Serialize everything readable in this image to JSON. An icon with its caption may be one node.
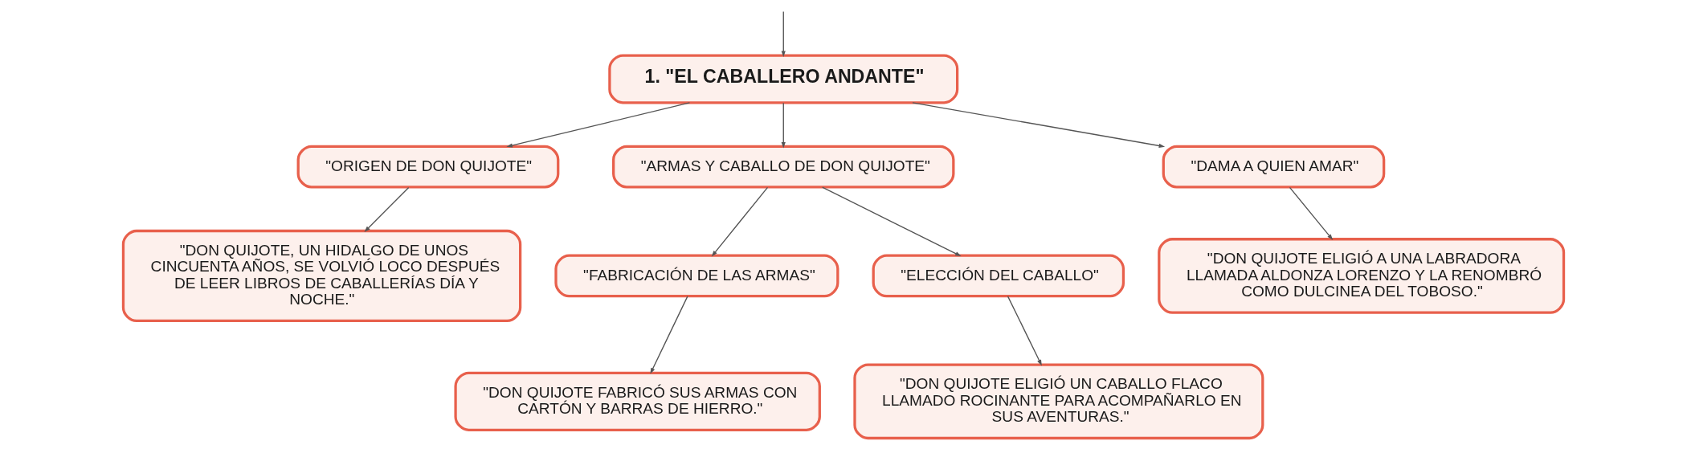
{
  "diagram": {
    "nodes": [
      {
        "text": [
          "1. \"EL CABALLERO ANDANTE\""
        ]
      },
      {
        "text": [
          "\"ORIGEN DE DON QUIJOTE\""
        ]
      },
      {
        "text": [
          "\"DON QUIJOTE, UN HIDALGO DE UNOS CINCUENTA AÑOS, SE VOLVIÓ LOCO DESPUÉS DE LEER LIBROS DE CABALLERÍAS DÍA Y NOCHE.\""
        ]
      },
      {
        "text": [
          "\"ARMAS Y CABALLO DE DON QUIJOTE\""
        ]
      },
      {
        "text": [
          "\"FABRICACIÓN DE LAS ARMAS\""
        ]
      },
      {
        "text": [
          "\"DON QUIJOTE FABRICÓ SUS ARMAS CON CARTÓN Y BARRAS DE HIERRO.\""
        ]
      },
      {
        "text": [
          "\"ELECCIÓN DEL CABALLO\""
        ]
      },
      {
        "text": [
          "\"DON QUIJOTE ELIGIÓ UN CABALLO FLACO LLAMADO ROCINANTE PARA ACOMPAÑARLO EN SUS AVENTURAS.\""
        ]
      },
      {
        "text": [
          "\"DAMA A QUIEN AMAR\""
        ]
      },
      {
        "text": [
          "\"DON QUIJOTE ELIGIÓ A UNA LABRADORA LLAMADA ALDONZA LORENZO Y LA RENOMBRÓ COMO DULCINEA DEL TOBOSO.\""
        ]
      }
    ],
    "edges": [
      {
        "from": null,
        "to": 0,
        "arrow": "to"
      },
      {
        "from": 0,
        "to": 1,
        "arrow": "to"
      },
      {
        "from": 0,
        "to": 3,
        "arrow": "to"
      },
      {
        "from": 0,
        "to": 8,
        "arrow": "to"
      },
      {
        "from": 1,
        "to": 2,
        "arrow": "to"
      },
      {
        "from": 3,
        "to": 4,
        "arrow": "to"
      },
      {
        "from": 3,
        "to": 6,
        "arrow": "to"
      },
      {
        "from": 4,
        "to": 5,
        "arrow": "to"
      },
      {
        "from": 6,
        "to": 7,
        "arrow": "to"
      },
      {
        "from": 8,
        "to": 9,
        "arrow": "to"
      }
    ]
  }
}
